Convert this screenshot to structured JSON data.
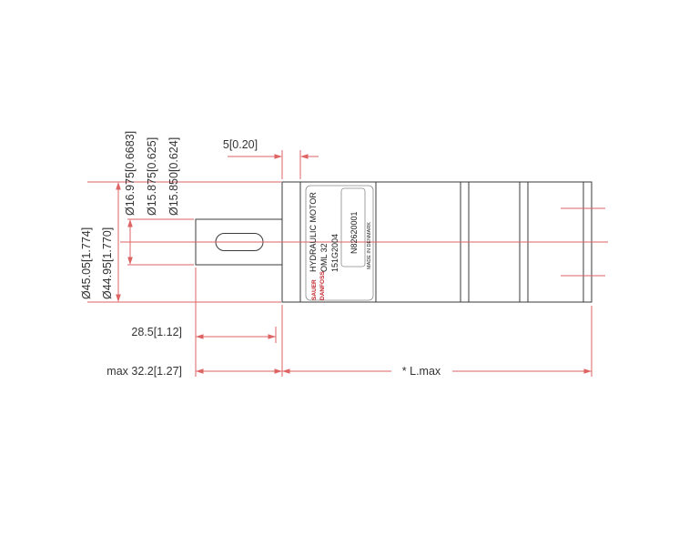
{
  "drawing": {
    "dim_labels": {
      "shaft_dia_1": "Ø16.975[0.6683]",
      "shaft_dia_2": "Ø15.875[0.625]",
      "shaft_dia_3": "Ø15.850[0.624]",
      "pilot_dia_1": "Ø45.05[1.774]",
      "pilot_dia_2": "Ø44.95[1.770]",
      "pilot_height": "5[0.20]",
      "key_length": "28.5[1.12]",
      "shaft_length_max": "max 32.2[1.27]",
      "motor_length": "* L.max"
    },
    "nameplate": {
      "product": "HYDRAULIC MOTOR",
      "model": "OML 32",
      "code_number": "151G2004",
      "serial_number": "N82620001",
      "origin": "MADE IN DENMARK",
      "brand_line1": "SAUER",
      "brand_line2": "DANFOSS"
    },
    "colors": {
      "dimension_red": "#de6363",
      "outline_gray": "#3a3a3a",
      "brand_red": "#c4262e"
    }
  }
}
